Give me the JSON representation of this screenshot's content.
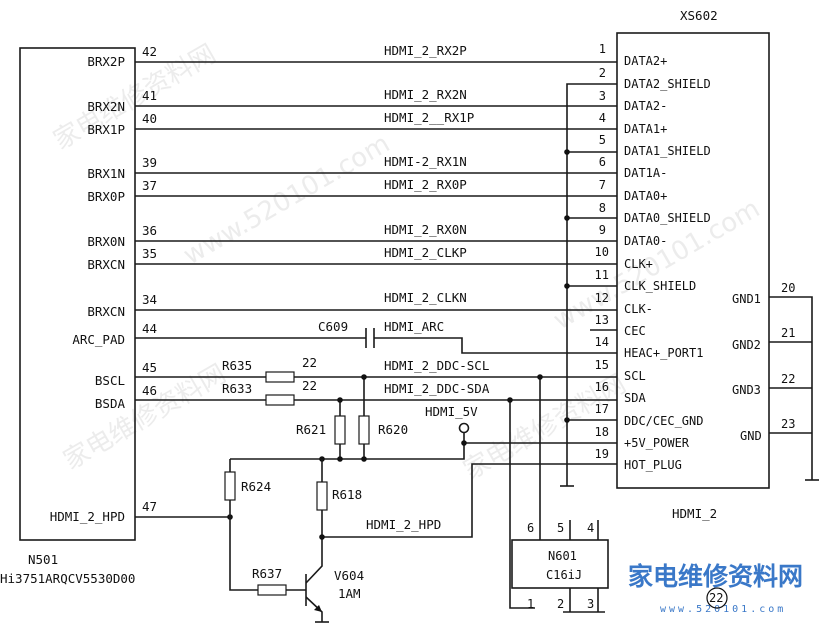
{
  "left_chip": {
    "ref": "N501",
    "part": "Hi3751ARQCV5530D00",
    "pins": [
      {
        "name": "BRX2P",
        "num": "42"
      },
      {
        "name": "BRX2N",
        "num": "41"
      },
      {
        "name": "BRX1P",
        "num": "40"
      },
      {
        "name": "BRX1N",
        "num": "39"
      },
      {
        "name": "BRX0P",
        "num": "37"
      },
      {
        "name": "BRX0N",
        "num": "36"
      },
      {
        "name": "BRXCN",
        "num": "35"
      },
      {
        "name": "BRXCN",
        "num": "34"
      },
      {
        "name": "ARC_PAD",
        "num": "44"
      },
      {
        "name": "BSCL",
        "num": "45"
      },
      {
        "name": "BSDA",
        "num": "46"
      },
      {
        "name": "HDMI_2_HPD",
        "num": "47"
      }
    ]
  },
  "nets": [
    "HDMI_2_RX2P",
    "HDMI_2_RX2N",
    "HDMI_2__RX1P",
    "HDMI-2_RX1N",
    "HDMI_2_RX0P",
    "HDMI_2_RX0N",
    "HDMI_2_CLKP",
    "HDMI_2_CLKN",
    "HDMI_ARC",
    "HDMI_2_DDC-SCL",
    "HDMI_2_DDC-SDA",
    "HDMI_5V",
    "HDMI_2_HPD"
  ],
  "connector": {
    "ref": "XS602",
    "label": "HDMI_2",
    "pins": [
      {
        "num": "1",
        "name": "DATA2+"
      },
      {
        "num": "2",
        "name": "DATA2_SHIELD"
      },
      {
        "num": "3",
        "name": "DATA2-"
      },
      {
        "num": "4",
        "name": "DATA1+"
      },
      {
        "num": "5",
        "name": "DATA1_SHIELD"
      },
      {
        "num": "6",
        "name": "DAT1A-"
      },
      {
        "num": "7",
        "name": "DATA0+"
      },
      {
        "num": "8",
        "name": "DATA0_SHIELD"
      },
      {
        "num": "9",
        "name": "DATA0-"
      },
      {
        "num": "10",
        "name": "CLK+"
      },
      {
        "num": "11",
        "name": "CLK_SHIELD"
      },
      {
        "num": "12",
        "name": "CLK-"
      },
      {
        "num": "13",
        "name": "CEC"
      },
      {
        "num": "14",
        "name": "HEAC+_PORT1"
      },
      {
        "num": "15",
        "name": "SCL"
      },
      {
        "num": "16",
        "name": "SDA"
      },
      {
        "num": "17",
        "name": "DDC/CEC_GND"
      },
      {
        "num": "18",
        "name": "+5V_POWER"
      },
      {
        "num": "19",
        "name": "HOT_PLUG"
      }
    ],
    "gnd_pins": [
      {
        "num": "20",
        "name": "GND1"
      },
      {
        "num": "21",
        "name": "GND2"
      },
      {
        "num": "22",
        "name": "GND3"
      },
      {
        "num": "23",
        "name": "GND"
      }
    ]
  },
  "components": {
    "c609": "C609",
    "r635": "R635",
    "r635_val": "22",
    "r633": "R633",
    "r633_val": "22",
    "r621": "R621",
    "r620": "R620",
    "r624": "R624",
    "r618": "R618",
    "r637": "R637",
    "v604": "V604",
    "v604_part": "1AM",
    "n601": "N601",
    "n601_part": "C16iJ",
    "n601_pins": [
      "6",
      "5",
      "4",
      "1",
      "2",
      "3"
    ]
  },
  "watermark": {
    "cn": "家电维修资料网",
    "url": "www.520101.com",
    "logo": "家电维修资料网",
    "logo_url": "www.520101.com",
    "page_number": "22"
  }
}
